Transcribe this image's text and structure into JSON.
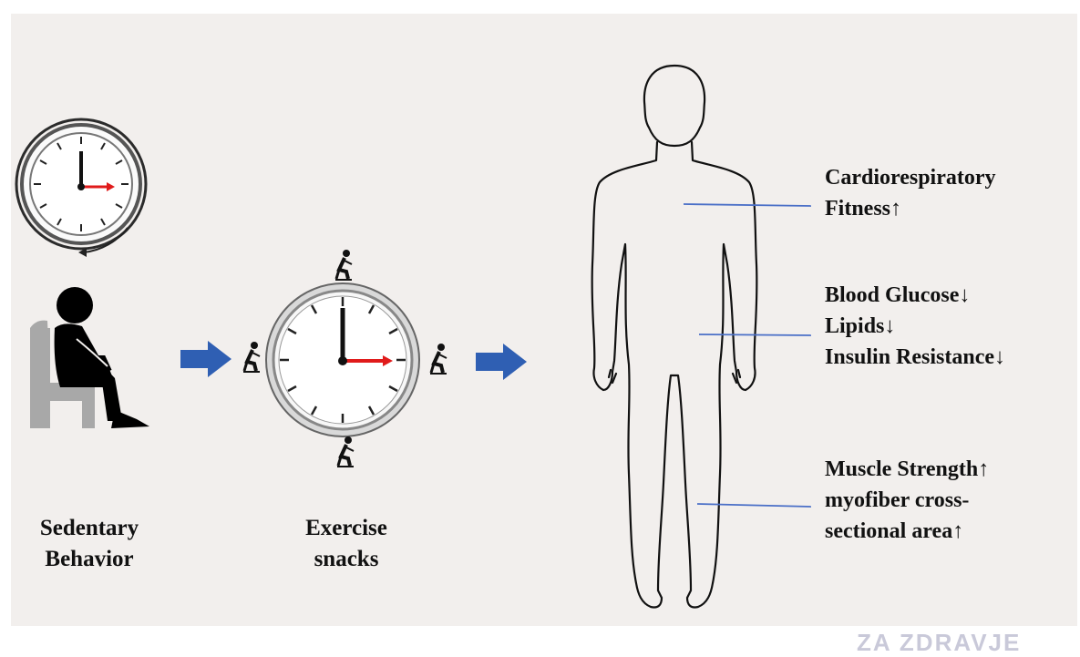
{
  "left_caption": {
    "line1": "Sedentary",
    "line2": "Behavior"
  },
  "middle_caption": {
    "line1": "Exercise",
    "line2": "snacks"
  },
  "effects": [
    {
      "line1": "Cardiorespiratory",
      "line2": "Fitness↑"
    },
    {
      "line1": "Blood Glucose↓",
      "line2": "Lipids↓",
      "line3": "Insulin Resistance↓"
    },
    {
      "line1": "Muscle Strength↑",
      "line2": "myofiber cross-",
      "line3": "sectional area↑"
    }
  ],
  "watermark": "ZA ZDRAVJE",
  "colors": {
    "arrow": "#2f5fb3",
    "clock_hand_minute": "#e01b1b",
    "leader_line": "#4a6fc7",
    "chair": "#a8a8a8",
    "background": "#f2efed"
  },
  "icons": [
    "clock-icon",
    "sitting-person-icon",
    "chair-icon",
    "arrow-right-icon",
    "exercising-person-icon",
    "human-body-outline"
  ]
}
